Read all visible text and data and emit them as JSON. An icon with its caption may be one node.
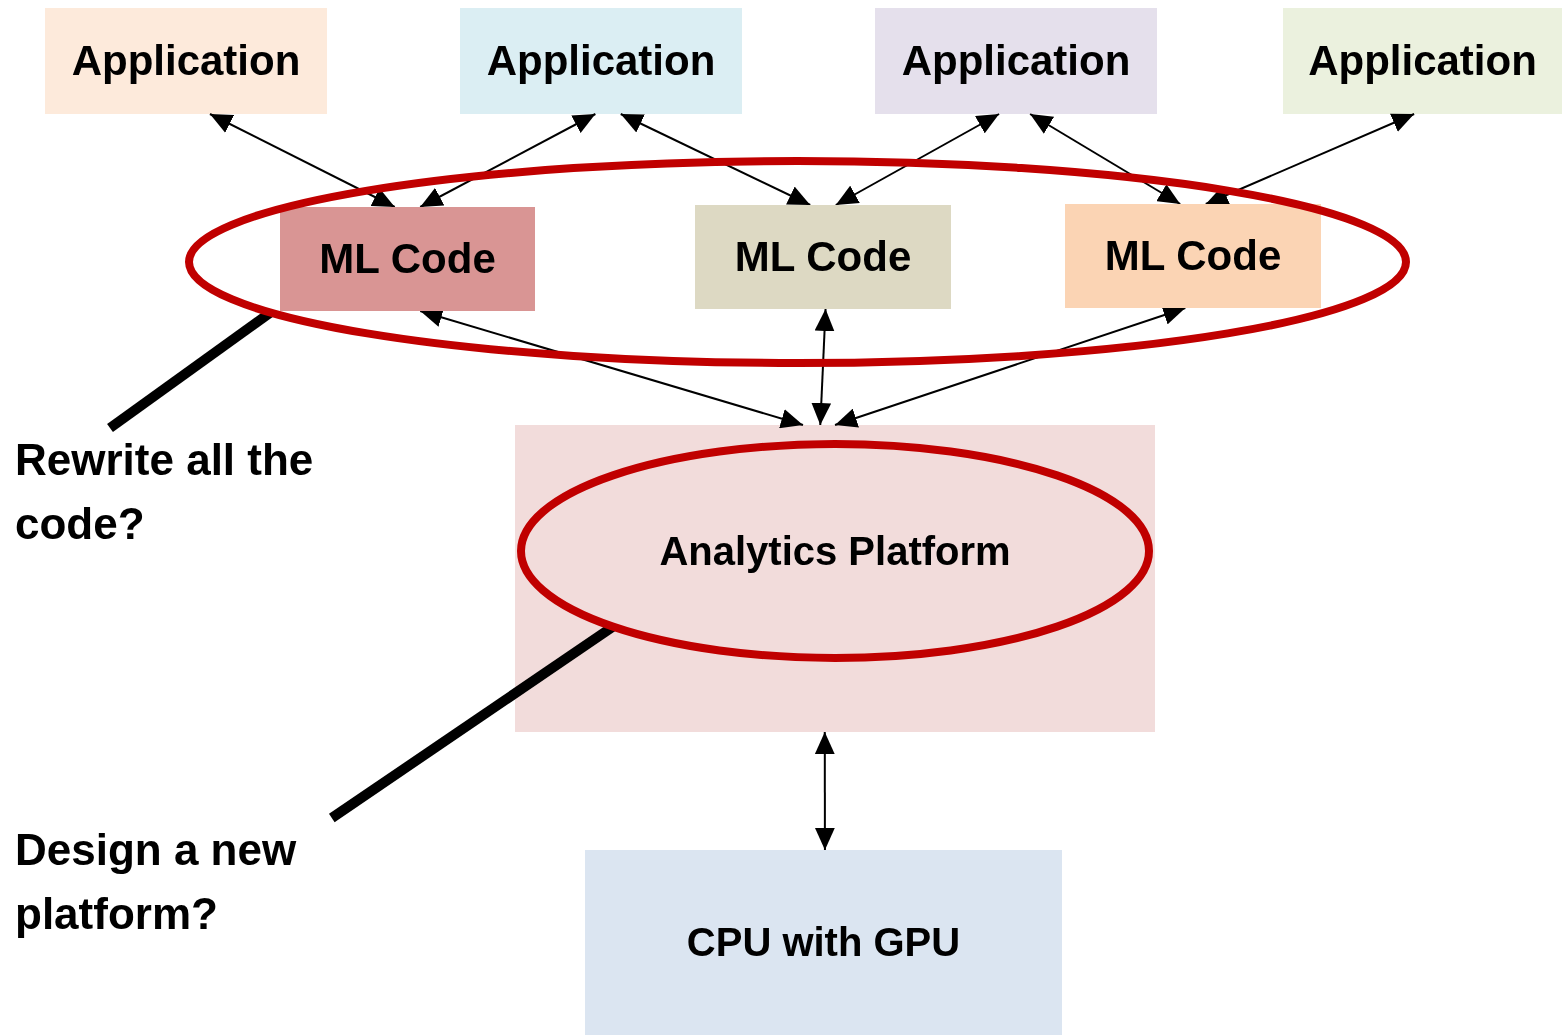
{
  "diagram": {
    "nodes": [
      {
        "text": [
          "Application"
        ]
      },
      {
        "text": [
          "Application"
        ]
      },
      {
        "text": [
          "Application"
        ]
      },
      {
        "text": [
          "Application"
        ]
      },
      {
        "text": [],
        "shape": "ellipse"
      },
      {
        "text": [
          "ML Code"
        ],
        "in": 4
      },
      {
        "text": [
          "ML Code"
        ],
        "in": 4
      },
      {
        "text": [
          "ML Code"
        ],
        "in": 4
      },
      {
        "text": [],
        "shape": "box"
      },
      {
        "text": [
          "Analytics Platform"
        ],
        "in": 8
      },
      {
        "text": [
          "CPU with GPU"
        ]
      },
      {
        "text": [
          "Rewrite all the code?"
        ]
      },
      {
        "text": [
          "Design a new platform?"
        ]
      }
    ],
    "edges": [
      {
        "from": 0,
        "to": 5,
        "arrow": "both"
      },
      {
        "from": 1,
        "to": 5,
        "arrow": "both"
      },
      {
        "from": 1,
        "to": 6,
        "arrow": "both"
      },
      {
        "from": 2,
        "to": 6,
        "arrow": "both"
      },
      {
        "from": 2,
        "to": 7,
        "arrow": "both"
      },
      {
        "from": 3,
        "to": 7,
        "arrow": "both"
      },
      {
        "from": 5,
        "to": 8,
        "arrow": "both"
      },
      {
        "from": 6,
        "to": 8,
        "arrow": "both"
      },
      {
        "from": 7,
        "to": 8,
        "arrow": "both"
      },
      {
        "from": 8,
        "to": 10,
        "arrow": "both"
      },
      {
        "from": 11,
        "to": 4,
        "arrow": "none",
        "style": "thick"
      },
      {
        "from": 12,
        "to": 9,
        "arrow": "none",
        "style": "thick"
      }
    ]
  }
}
